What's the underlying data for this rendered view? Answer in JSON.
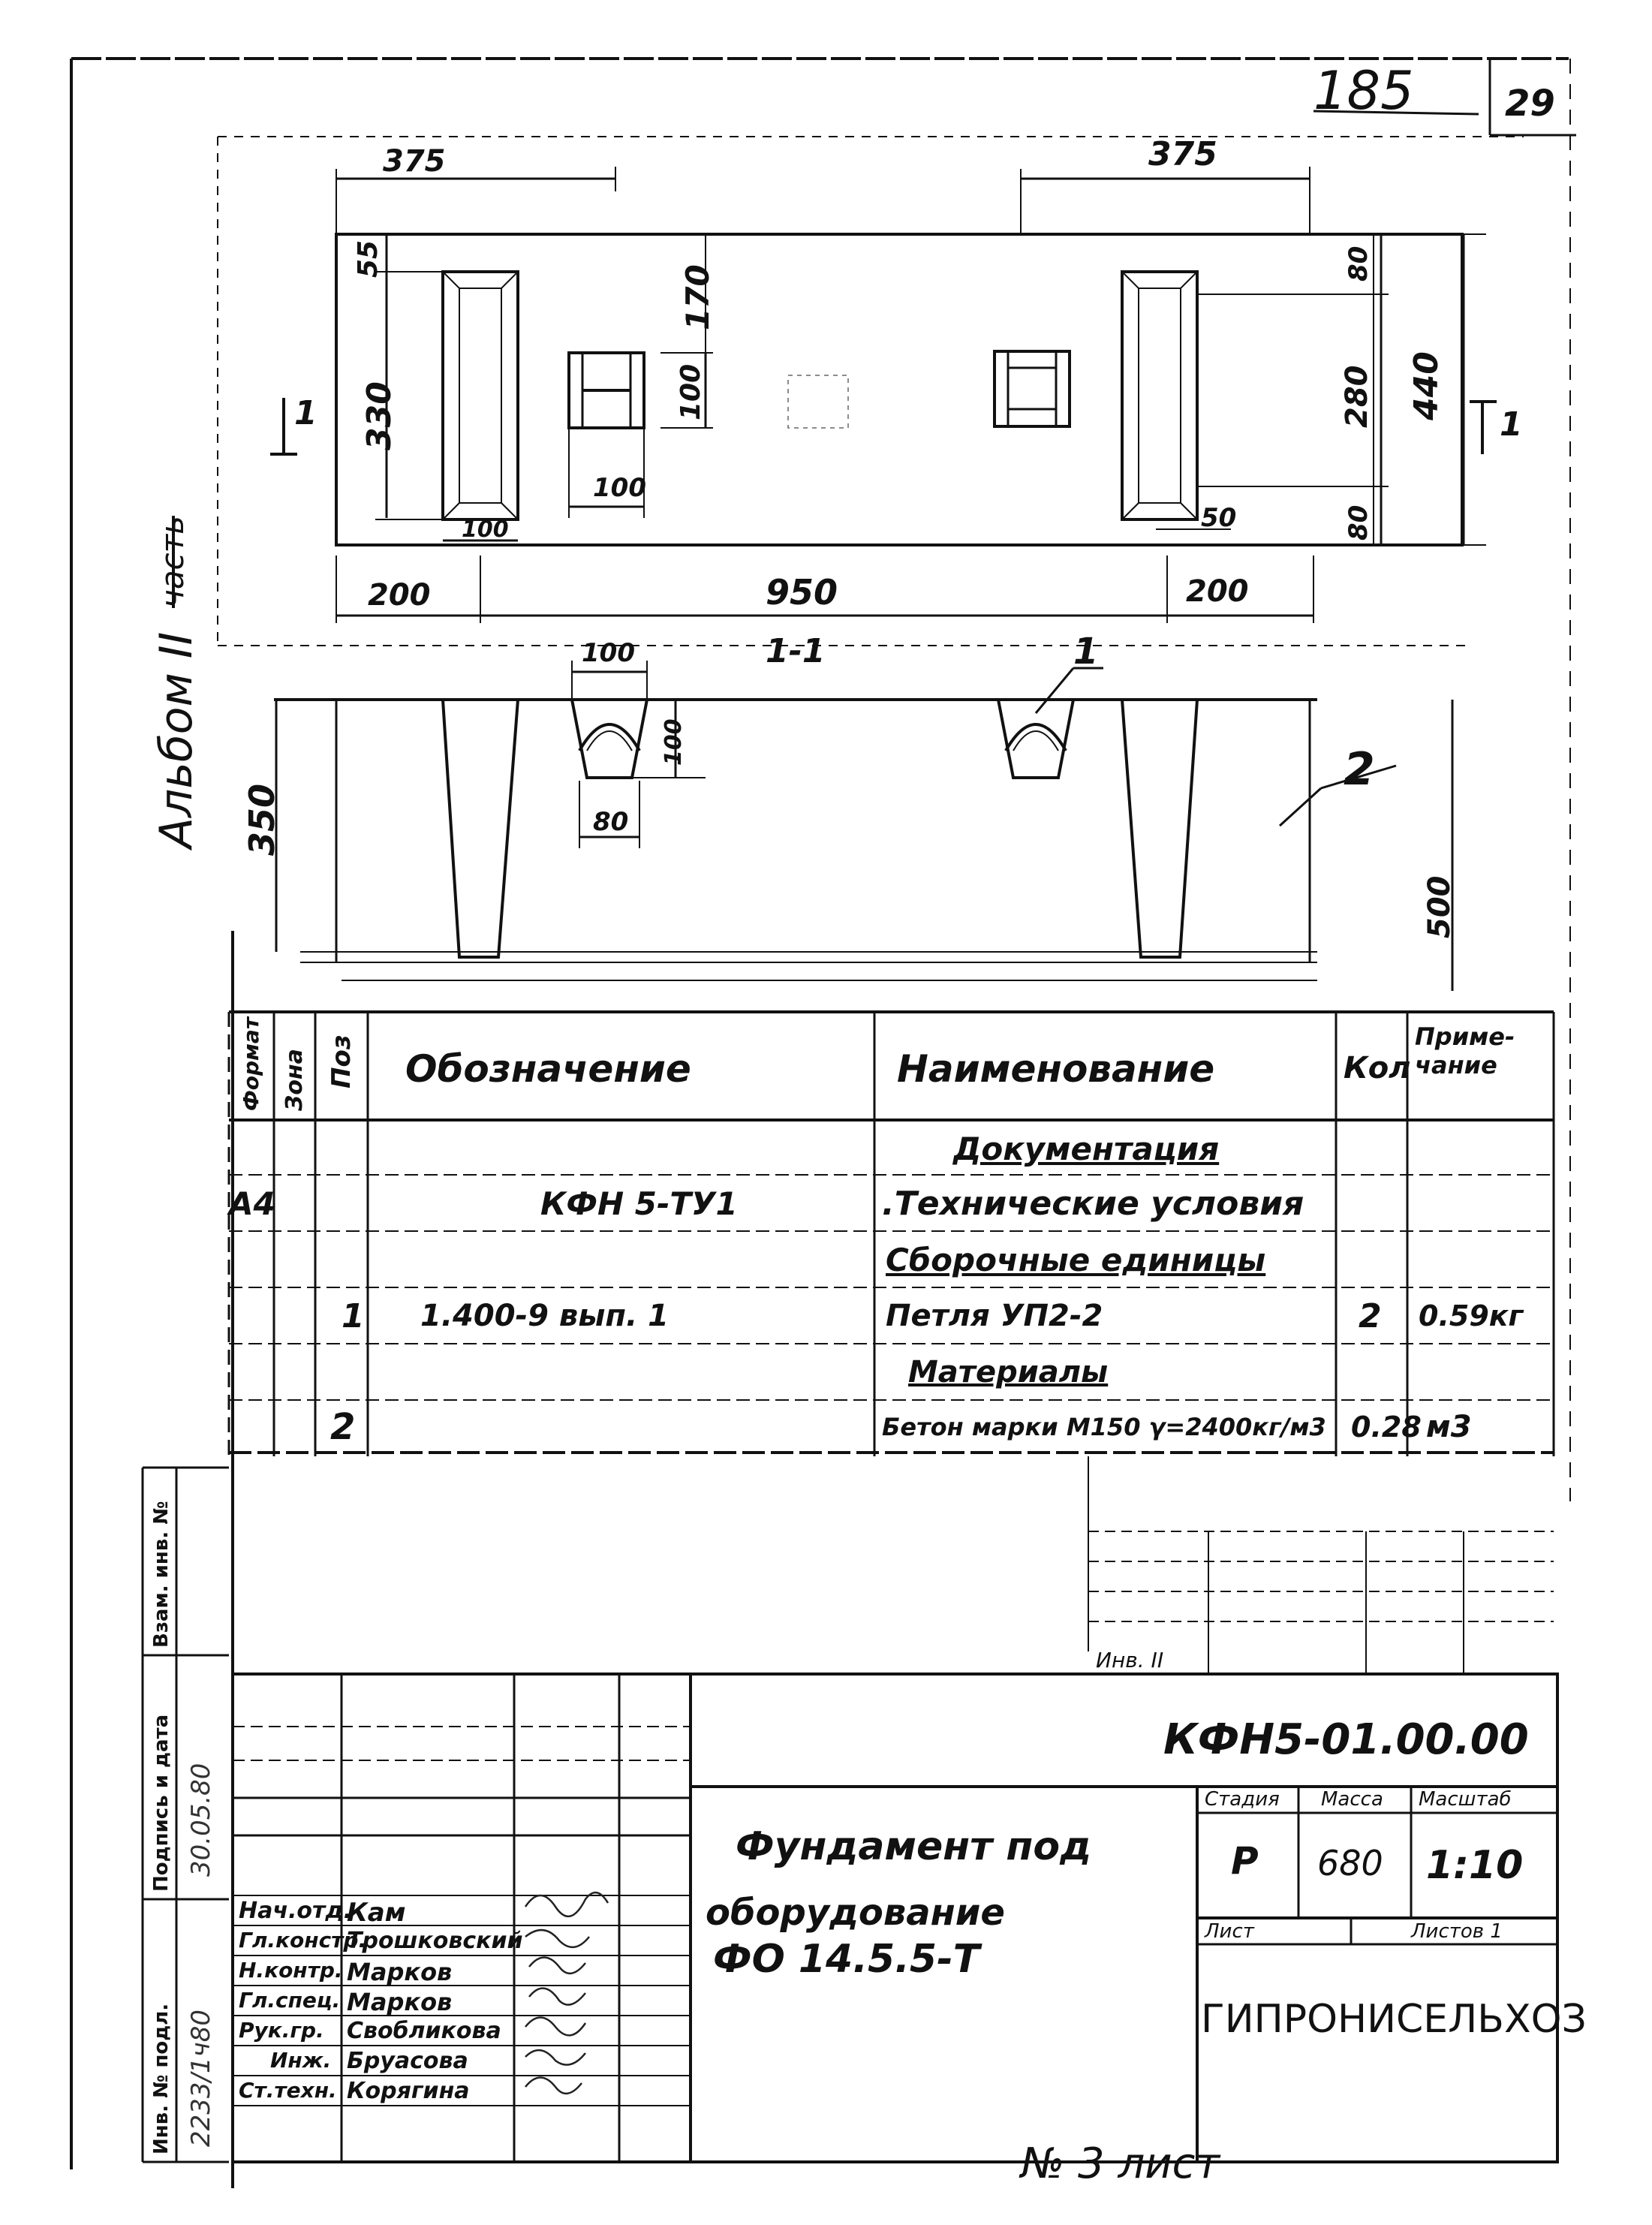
{
  "sheet": {
    "page_number": "185",
    "sheet_corner": "29"
  },
  "plan": {
    "dims": {
      "left_top": "375",
      "right_top": "375",
      "d55": "55",
      "d330": "330",
      "d170": "170",
      "d100v": "100",
      "d100h": "100",
      "d100b": "100",
      "d80t": "80",
      "d280": "280",
      "d80b": "80",
      "d440": "440",
      "d50": "50",
      "bottom_left": "200",
      "bottom_mid": "950",
      "bottom_right": "200"
    },
    "section_mark_left": "1",
    "section_mark_right": "1"
  },
  "section": {
    "title": "1-1",
    "dims": {
      "d100_top": "100",
      "d100_side": "100",
      "d80": "80",
      "d350": "350",
      "d500": "500"
    },
    "callout_1": "1",
    "callout_2": "2"
  },
  "album_note": "Альбом II",
  "album_note_struck": "часть",
  "spec": {
    "headers": {
      "format": "Формат",
      "zone": "Зона",
      "pos": "Поз",
      "designation": "Обозначение",
      "name": "Наименование",
      "qty": "Кол",
      "note": "Приме-чание"
    },
    "rows": [
      {
        "format": "",
        "zone": "",
        "pos": "",
        "designation": "",
        "name": "Документация",
        "qty": "",
        "note": ""
      },
      {
        "format": "А4",
        "zone": "",
        "pos": "",
        "designation": "КФН 5-ТУ1",
        "name": ".Технические условия",
        "qty": "",
        "note": ""
      },
      {
        "format": "",
        "zone": "",
        "pos": "",
        "designation": "",
        "name": "Сборочные единицы",
        "qty": "",
        "note": ""
      },
      {
        "format": "",
        "zone": "",
        "pos": "1",
        "designation": "1.400-9 вып. 1",
        "name": "Петля УП2-2",
        "qty": "2",
        "note": "0.59кг"
      },
      {
        "format": "",
        "zone": "",
        "pos": "",
        "designation": "",
        "name": "Материалы",
        "qty": "",
        "note": ""
      },
      {
        "format": "",
        "zone": "",
        "pos": "2",
        "designation": "",
        "name": "Бетон марки М150 γ=2400кг/м3",
        "qty": "0.28",
        "note": "м3"
      }
    ]
  },
  "side_stamp": {
    "inv_orig": "Инв. № подл.",
    "sign_date": "Подпись и дата",
    "replace_inv": "Взам. инв. №",
    "inv_value": "2233/1ч80",
    "date_value": "30.05.80"
  },
  "title_block": {
    "code": "КФН5-01.00.00",
    "title_line1": "Фундамент под",
    "title_line2": "оборудование",
    "title_line3": "ФО 14.5.5-Т",
    "stage_label": "Стадия",
    "mass_label": "Масса",
    "scale_label": "Масштаб",
    "stage": "Р",
    "mass": "680",
    "scale": "1:10",
    "sheet_label": "Лист",
    "sheets_label": "Листов 1",
    "org": "ГИПРОНИСЕЛЬХОЗ",
    "inv_note": "Инв. II",
    "staff": [
      {
        "role": "Нач.отд.",
        "name": "Кам"
      },
      {
        "role": "Гл.констр.",
        "name": "Трошковский"
      },
      {
        "role": "Н.контр.",
        "name": "Марков"
      },
      {
        "role": "Гл.спец.",
        "name": "Марков"
      },
      {
        "role": "Рук.гр.",
        "name": "Свобликова"
      },
      {
        "role": "Инж.",
        "name": "Бруасова"
      },
      {
        "role": "Ст.техн.",
        "name": "Корягина"
      }
    ]
  },
  "footer_note": "№ 3 лист"
}
